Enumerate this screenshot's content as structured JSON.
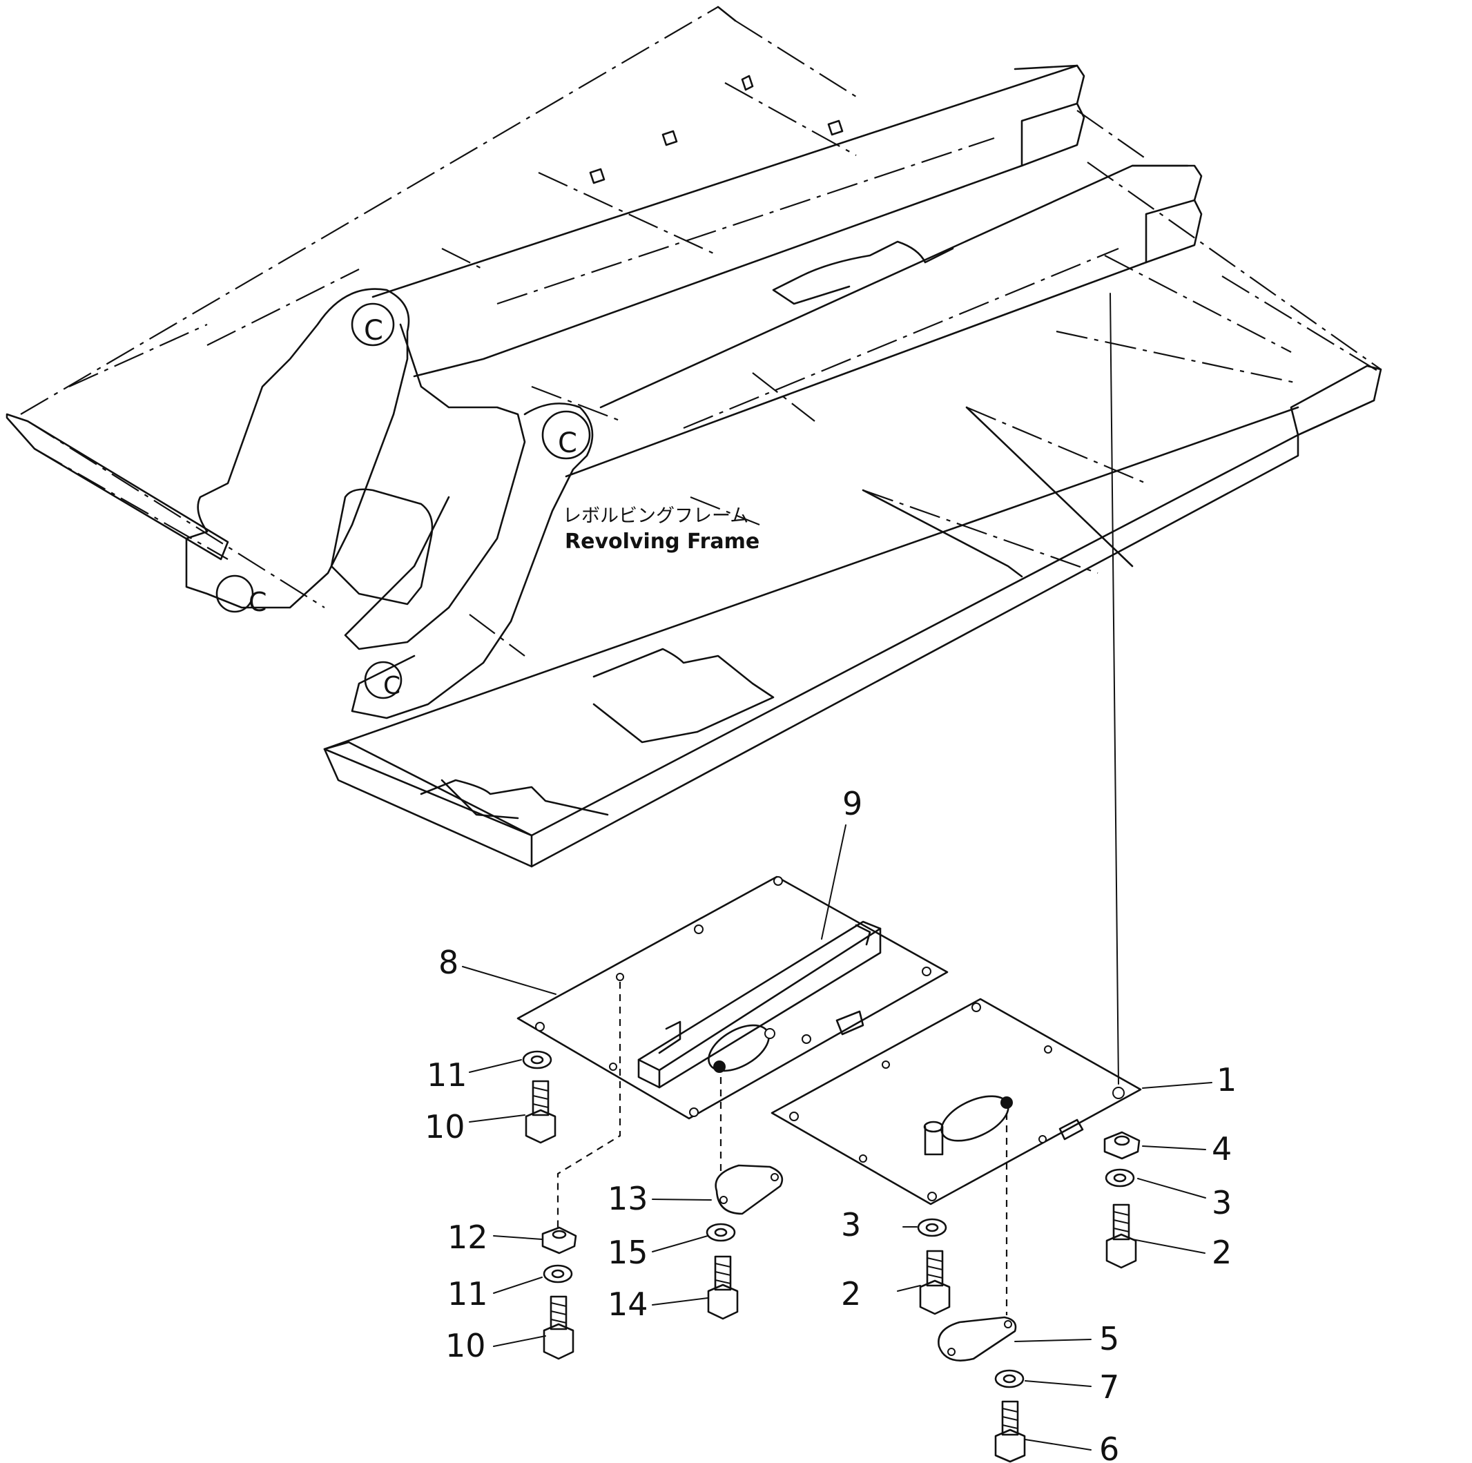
{
  "frame": {
    "label_jp": "レボルビングフレーム",
    "label_en": "Revolving Frame"
  },
  "callouts": [
    {
      "id": "c1",
      "num": "1"
    },
    {
      "id": "c2a",
      "num": "2"
    },
    {
      "id": "c2b",
      "num": "2"
    },
    {
      "id": "c3a",
      "num": "3"
    },
    {
      "id": "c3b",
      "num": "3"
    },
    {
      "id": "c4",
      "num": "4"
    },
    {
      "id": "c5",
      "num": "5"
    },
    {
      "id": "c6",
      "num": "6"
    },
    {
      "id": "c7",
      "num": "7"
    },
    {
      "id": "c8",
      "num": "8"
    },
    {
      "id": "c9",
      "num": "9"
    },
    {
      "id": "c10a",
      "num": "10"
    },
    {
      "id": "c10b",
      "num": "10"
    },
    {
      "id": "c11a",
      "num": "11"
    },
    {
      "id": "c11b",
      "num": "11"
    },
    {
      "id": "c12",
      "num": "12"
    },
    {
      "id": "c13",
      "num": "13"
    },
    {
      "id": "c14",
      "num": "14"
    },
    {
      "id": "c15",
      "num": "15"
    }
  ]
}
